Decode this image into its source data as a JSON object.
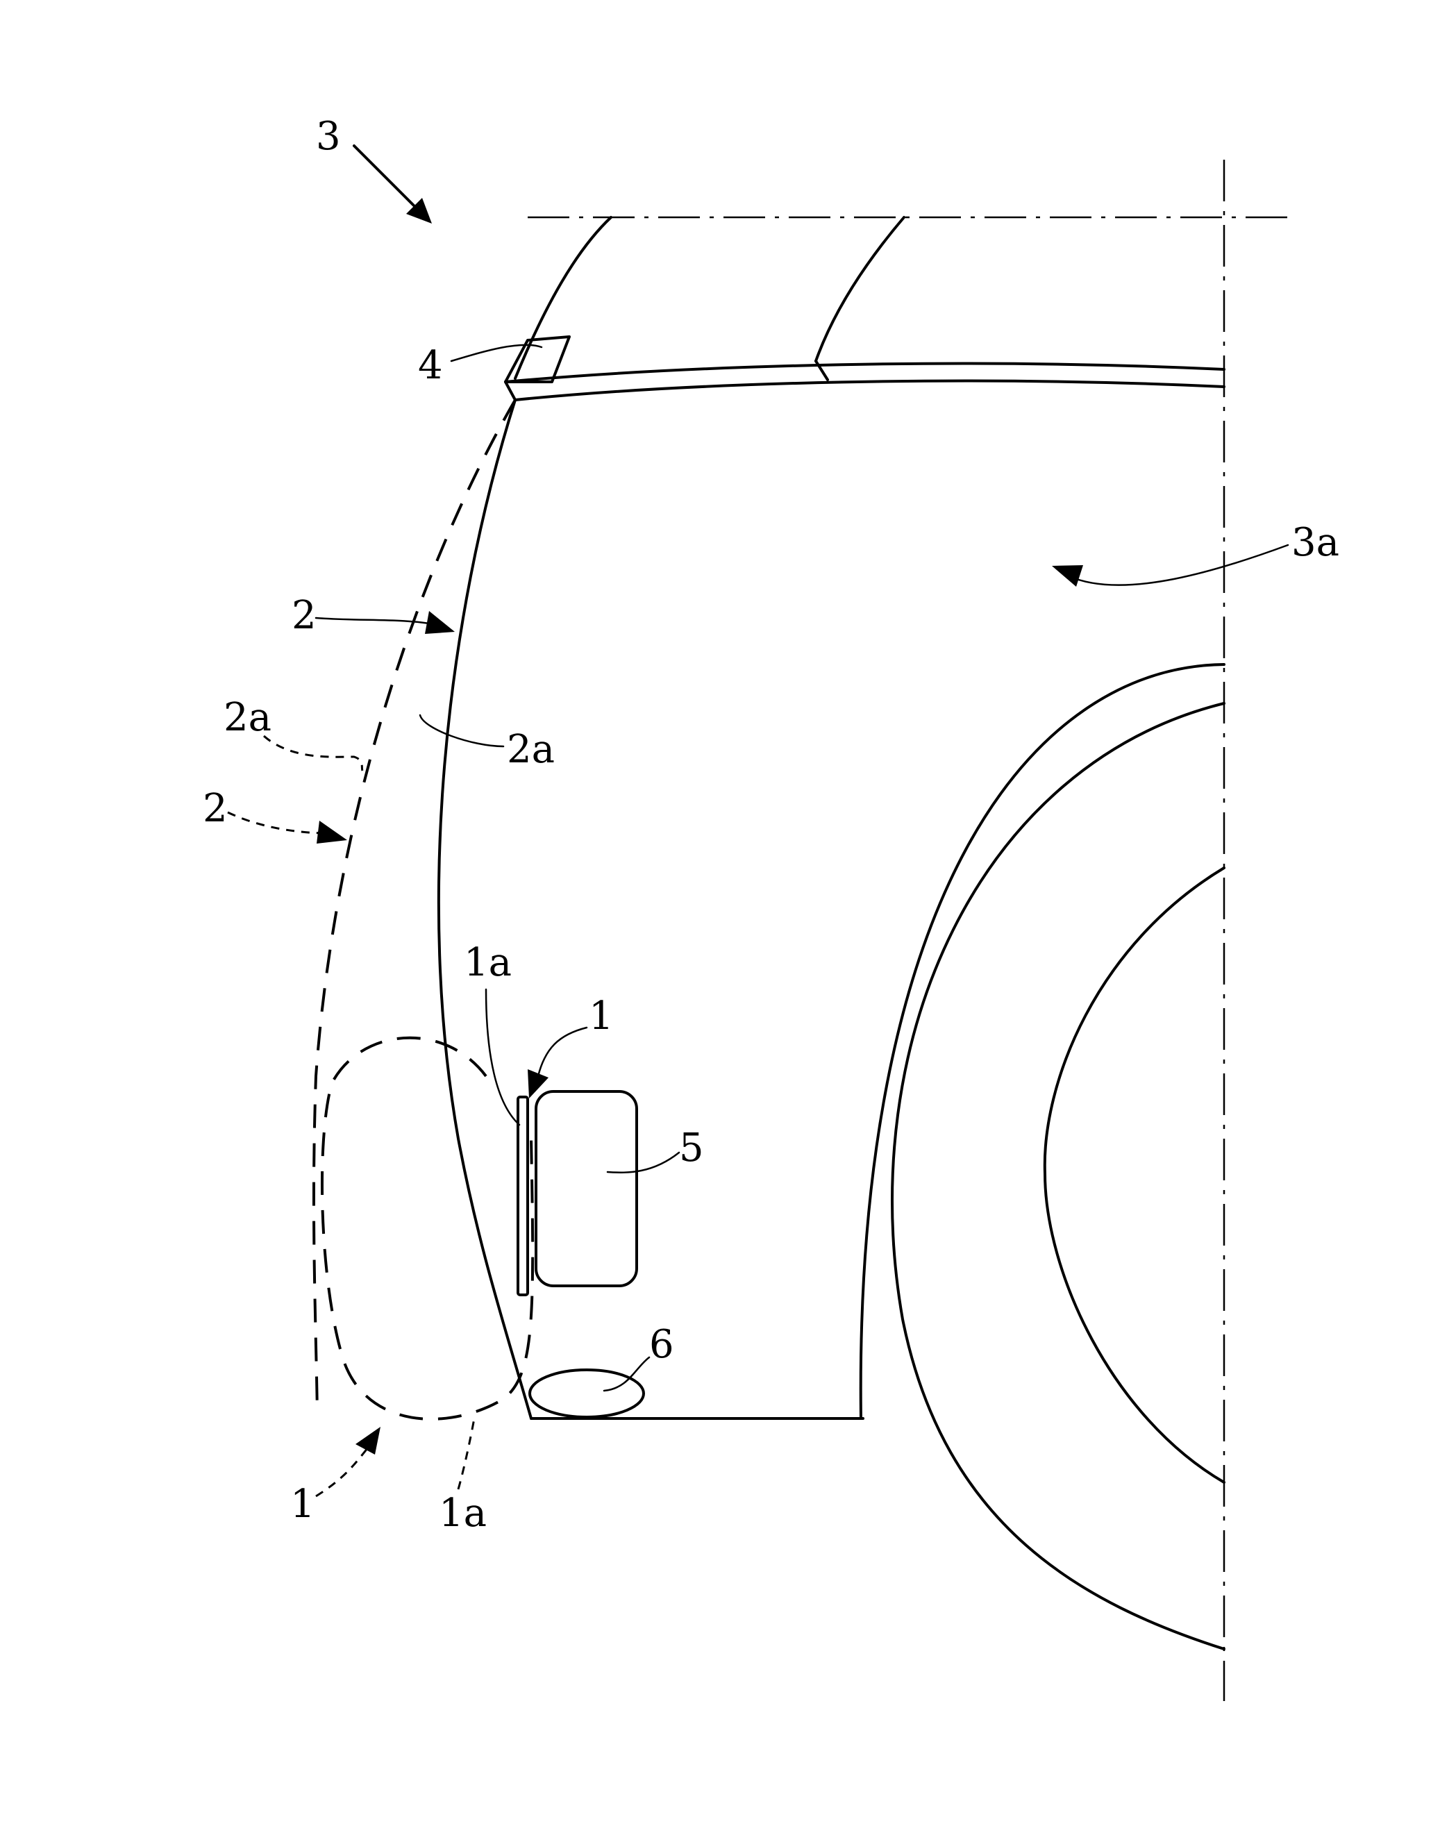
{
  "labels": {
    "vehicle": "3",
    "body_side": "3a",
    "sensor_mount": "4",
    "path_solid": "2",
    "path_dashed": "2",
    "surface_solid": "2a",
    "surface_dashed": "2a",
    "unit_solid": "1",
    "unit_dashed": "1",
    "face_solid": "1a",
    "face_dashed": "1a",
    "lamp": "5",
    "fog_lamp": "6"
  }
}
